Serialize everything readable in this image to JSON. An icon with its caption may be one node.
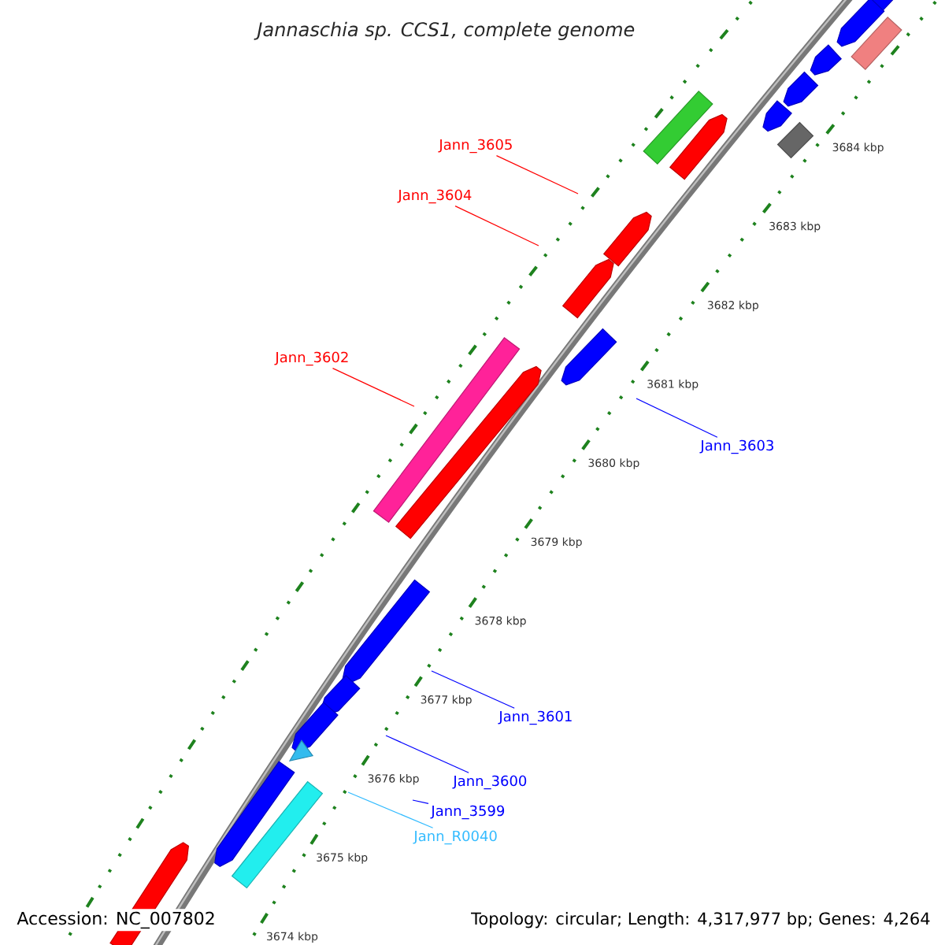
{
  "diagram": {
    "title": "Jannaschia sp. CCS1, complete genome",
    "nodes": [
      {
        "text": [
          "Jann_3605"
        ]
      },
      {
        "text": [
          "Jann_3604"
        ]
      },
      {
        "text": [
          "Jann_3602"
        ]
      },
      {
        "text": [
          "Jann_3603"
        ]
      },
      {
        "text": [
          "Jann_3601"
        ]
      },
      {
        "text": [
          "Jann_3600"
        ]
      },
      {
        "text": [
          "Jann_3599"
        ]
      },
      {
        "text": [
          "Jann_R0040"
        ]
      }
    ],
    "edges": [
      {
        "from": 0,
        "to": null,
        "arrow": "none",
        "color": "#ff0000"
      },
      {
        "from": 1,
        "to": null,
        "arrow": "none",
        "color": "#ff0000"
      },
      {
        "from": 2,
        "to": null,
        "arrow": "none",
        "color": "#ff0000"
      },
      {
        "from": 3,
        "to": null,
        "arrow": "none",
        "color": "#0000ff"
      },
      {
        "from": 4,
        "to": null,
        "arrow": "none",
        "color": "#0000ff"
      },
      {
        "from": 5,
        "to": null,
        "arrow": "none",
        "color": "#0000ff"
      },
      {
        "from": 6,
        "to": null,
        "arrow": "none",
        "color": "#0000ff"
      },
      {
        "from": 7,
        "to": null,
        "arrow": "none",
        "color": "#33bbff"
      }
    ],
    "labels": [
      "3684 kbp",
      "3683 kbp",
      "3682 kbp",
      "3681 kbp",
      "3680 kbp",
      "3679 kbp",
      "3678 kbp",
      "3677 kbp",
      "3676 kbp",
      "3675 kbp",
      "3674 kbp",
      "Accession: NC_007802",
      "Topology: circular; Length: 4,317,977 bp; Genes: 4,264"
    ]
  }
}
